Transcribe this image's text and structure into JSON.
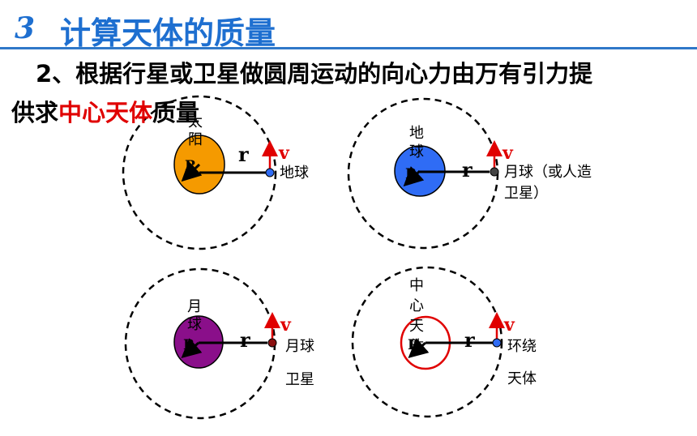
{
  "header": {
    "section_number": "3",
    "title": "计算天体的质量"
  },
  "body": {
    "line1": "2、根据行星或卫星做圆周运动的向心力由万有引力提",
    "line2_prefix": "供求",
    "line2_keyword": "中心天体",
    "line2_suffix": "质量"
  },
  "colors": {
    "title": "#1e6fd0",
    "keyword": "#e00000",
    "sun": "#f59a00",
    "earth": "#2f6cf5",
    "moon": "#8a0f8a",
    "central_outline": "#e00000"
  },
  "diagrams": [
    {
      "central_label": [
        "太",
        "阳"
      ],
      "orbiter_label": [
        "地球"
      ],
      "symbol_R": "R",
      "symbol_r": "r",
      "symbol_v": "v"
    },
    {
      "central_label": [
        "地",
        "球"
      ],
      "orbiter_label": [
        "月球（或人造",
        "卫星）"
      ],
      "symbol_R": "R",
      "symbol_r": "r",
      "symbol_v": "v"
    },
    {
      "central_label": [
        "月",
        "球"
      ],
      "orbiter_label": [
        "月球",
        "卫星"
      ],
      "symbol_R": "R",
      "symbol_r": "r",
      "symbol_v": "v"
    },
    {
      "central_label": [
        "中",
        "心",
        "天",
        "体"
      ],
      "orbiter_label": [
        "环绕",
        "天体"
      ],
      "symbol_R": "R",
      "symbol_r": "r",
      "symbol_v": "v"
    }
  ]
}
